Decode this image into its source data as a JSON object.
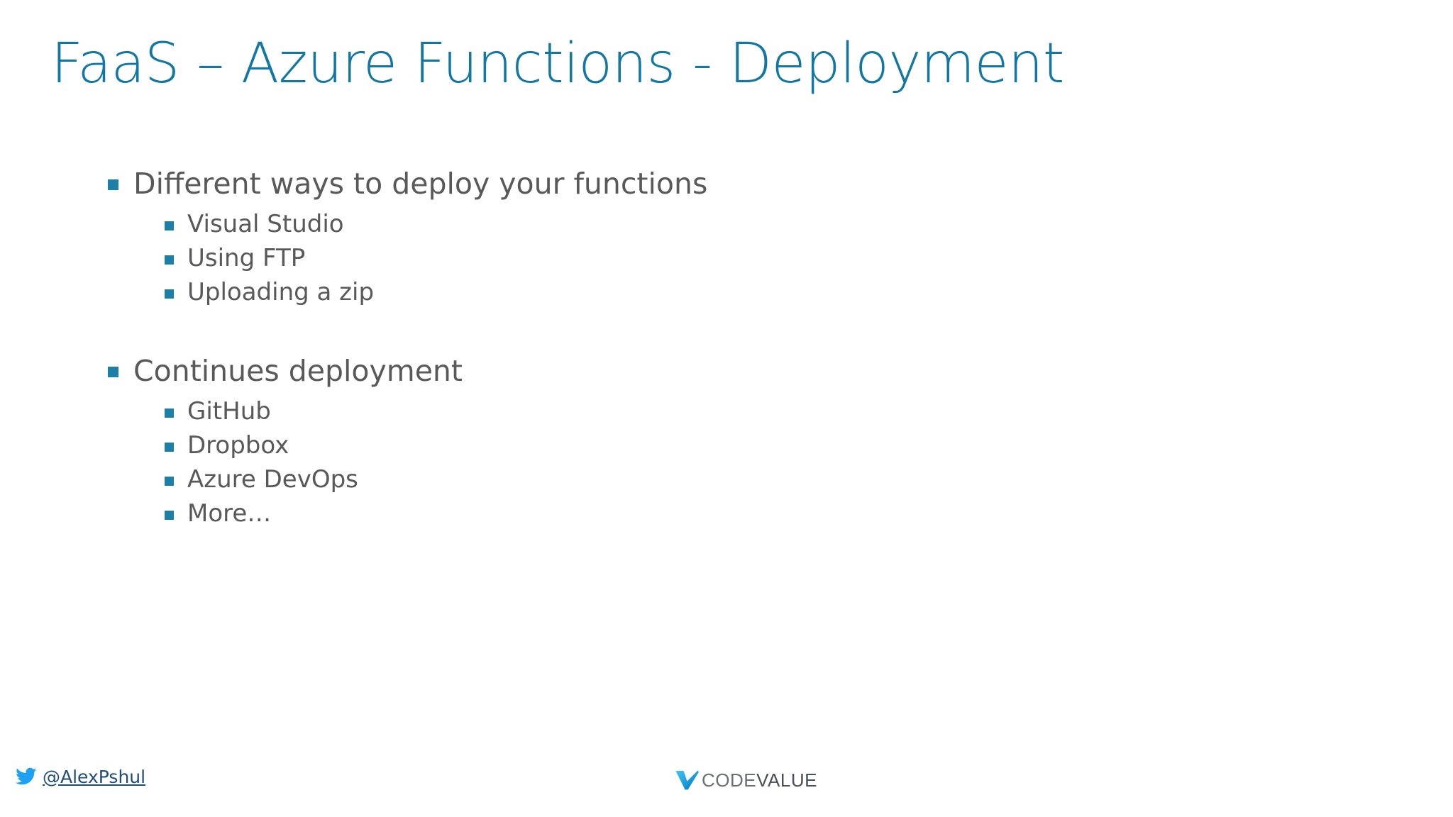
{
  "slide": {
    "title": "FaaS – Azure Functions - Deployment",
    "title_color": "#1277a4",
    "body_text_color": "#595959",
    "bullet_marker_color": "#1b7fa8",
    "background_color": "#ffffff",
    "groups": [
      {
        "heading": "Different ways to deploy your functions",
        "items": [
          {
            "label": "Visual Studio"
          },
          {
            "label": "Using FTP"
          },
          {
            "label": "Uploading a zip"
          }
        ]
      },
      {
        "heading": "Continues deployment",
        "items": [
          {
            "label": "GitHub"
          },
          {
            "label": "Dropbox"
          },
          {
            "label": "Azure DevOps"
          },
          {
            "label": "More…"
          }
        ]
      }
    ]
  },
  "footer": {
    "twitter": {
      "icon": "twitter-bird-icon",
      "icon_color": "#1da1f2",
      "handle": "@AlexPshul",
      "handle_color": "#1f4e79"
    },
    "logo": {
      "icon": "codevalue-check-icon",
      "icon_color": "#1aa7e8",
      "wordmark_part1": "CODE",
      "wordmark_part2": "VALUE",
      "wordmark_color": "#6b6f74"
    }
  }
}
